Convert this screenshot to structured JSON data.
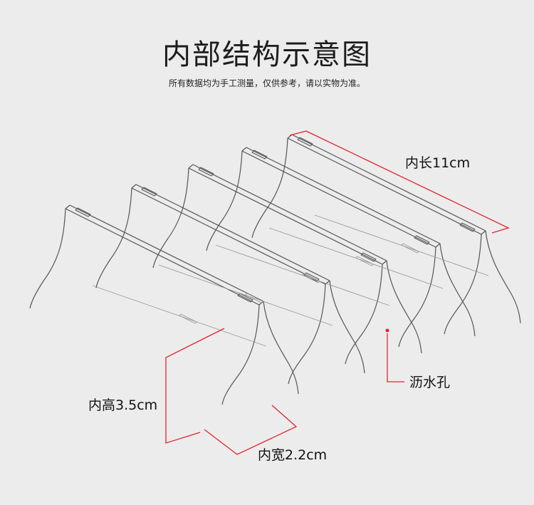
{
  "header": {
    "title": "内部结构示意图",
    "subtitle": "所有数据均为手工测量，仅供参考，请以实物为准。"
  },
  "diagram": {
    "labels": {
      "length": "内长11cm",
      "drain_hole": "沥水孔",
      "height": "内高3.5cm",
      "width": "内宽2.2cm"
    },
    "colors": {
      "outline": "#555555",
      "hidden": "#9a9a9a",
      "dimension": "#e0262b"
    }
  }
}
